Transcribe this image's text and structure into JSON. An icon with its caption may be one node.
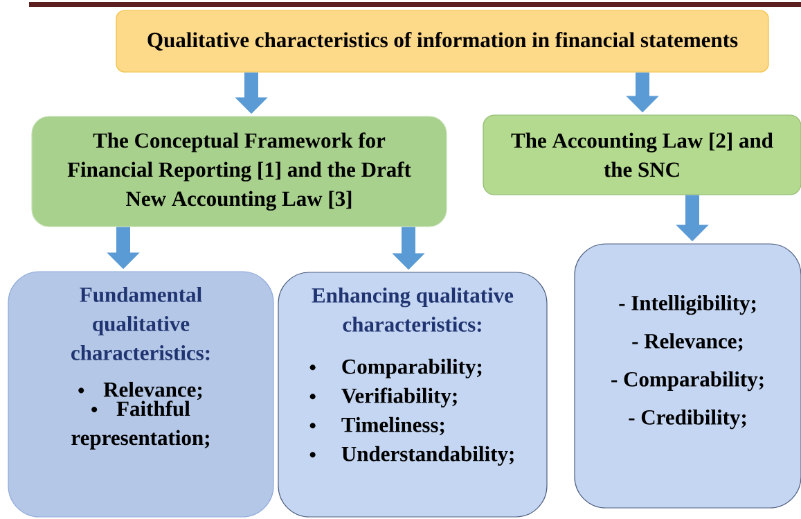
{
  "diagram": {
    "nodes": [
      {
        "text": [
          "Qualitative characteristics of information in financial statements"
        ]
      },
      {
        "text": [
          "The Conceptual Framework for Financial Reporting [1] and the Draft New Accounting Law [3]"
        ]
      },
      {
        "text": [
          "The Accounting Law [2] and the SNC"
        ]
      },
      {
        "text": [
          "Fundamental qualitative characteristics:",
          "Relevance;",
          "Faithful representation;"
        ]
      },
      {
        "text": [
          "Enhancing qualitative characteristics:",
          "Comparability;",
          "Verifiability;",
          "Timeliness;",
          "Understandability;"
        ]
      },
      {
        "text": [
          "- Intelligibility;",
          "- Relevance;",
          "- Comparability;",
          "- Credibility;"
        ]
      }
    ],
    "edges": [
      {
        "from": 0,
        "to": 1,
        "arrow": "to"
      },
      {
        "from": 0,
        "to": 2,
        "arrow": "to"
      },
      {
        "from": 1,
        "to": 3,
        "arrow": "to"
      },
      {
        "from": 1,
        "to": 4,
        "arrow": "to"
      },
      {
        "from": 2,
        "to": 5,
        "arrow": "to"
      }
    ]
  }
}
